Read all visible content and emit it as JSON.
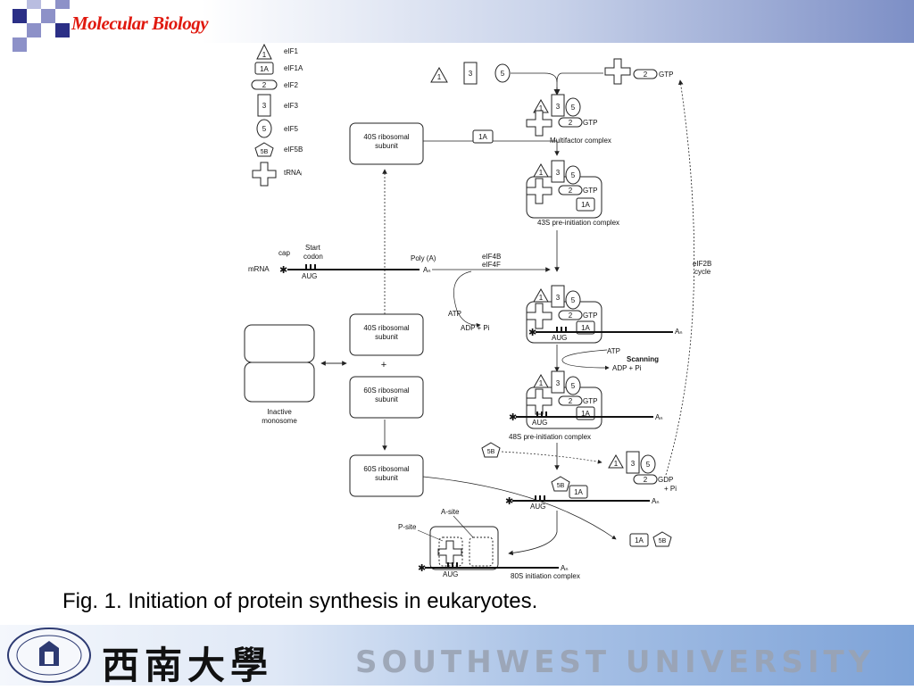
{
  "slide": {
    "title": "Molecular Biology",
    "caption": "Fig. 1. Initiation of protein synthesis in eukaryotes."
  },
  "footer": {
    "university_cn": "西南大學",
    "university_en": "SOUTHWEST UNIVERSITY"
  },
  "legend": [
    {
      "symbol": "1",
      "label": "eIF1"
    },
    {
      "symbol": "1A",
      "label": "eIF1A"
    },
    {
      "symbol": "2",
      "label": "eIF2"
    },
    {
      "symbol": "3",
      "label": "eIF3"
    },
    {
      "symbol": "5",
      "label": "eIF5"
    },
    {
      "symbol": "5B",
      "label": "eIF5B"
    },
    {
      "symbol": "",
      "label": "tRNAᵢ"
    }
  ],
  "diagram": {
    "gtp": "GTP",
    "gdp": "GDP",
    "pi": "+ Pi",
    "ribo_40s": "40S ribosomal",
    "ribo_60s": "60S ribosomal",
    "subunit": "subunit",
    "multifactor": "Multifactor complex",
    "pre43s": "43S pre-initiation complex",
    "pre48s": "48S pre-initiation complex",
    "init80s": "80S initiation complex",
    "cap": "cap",
    "start": "Start",
    "codon": "codon",
    "polya": "Poly (A)",
    "mrna": "mRNA",
    "aug": "AUG",
    "an": "Aₙ",
    "eif4b": "eIF4B",
    "eif4f": "eIF4F",
    "atp": "ATP",
    "adp_pi": "ADP + Pi",
    "scanning": "Scanning",
    "eif2b": "eIF2B",
    "cycle": "cycle",
    "inactive": "Inactive",
    "monosome": "monosome",
    "plus": "+",
    "psite": "P-site",
    "asite": "A-site"
  },
  "colors": {
    "title": "#e0190f",
    "square_dark": "#2b2f86",
    "square_light": "#8d91c8"
  }
}
